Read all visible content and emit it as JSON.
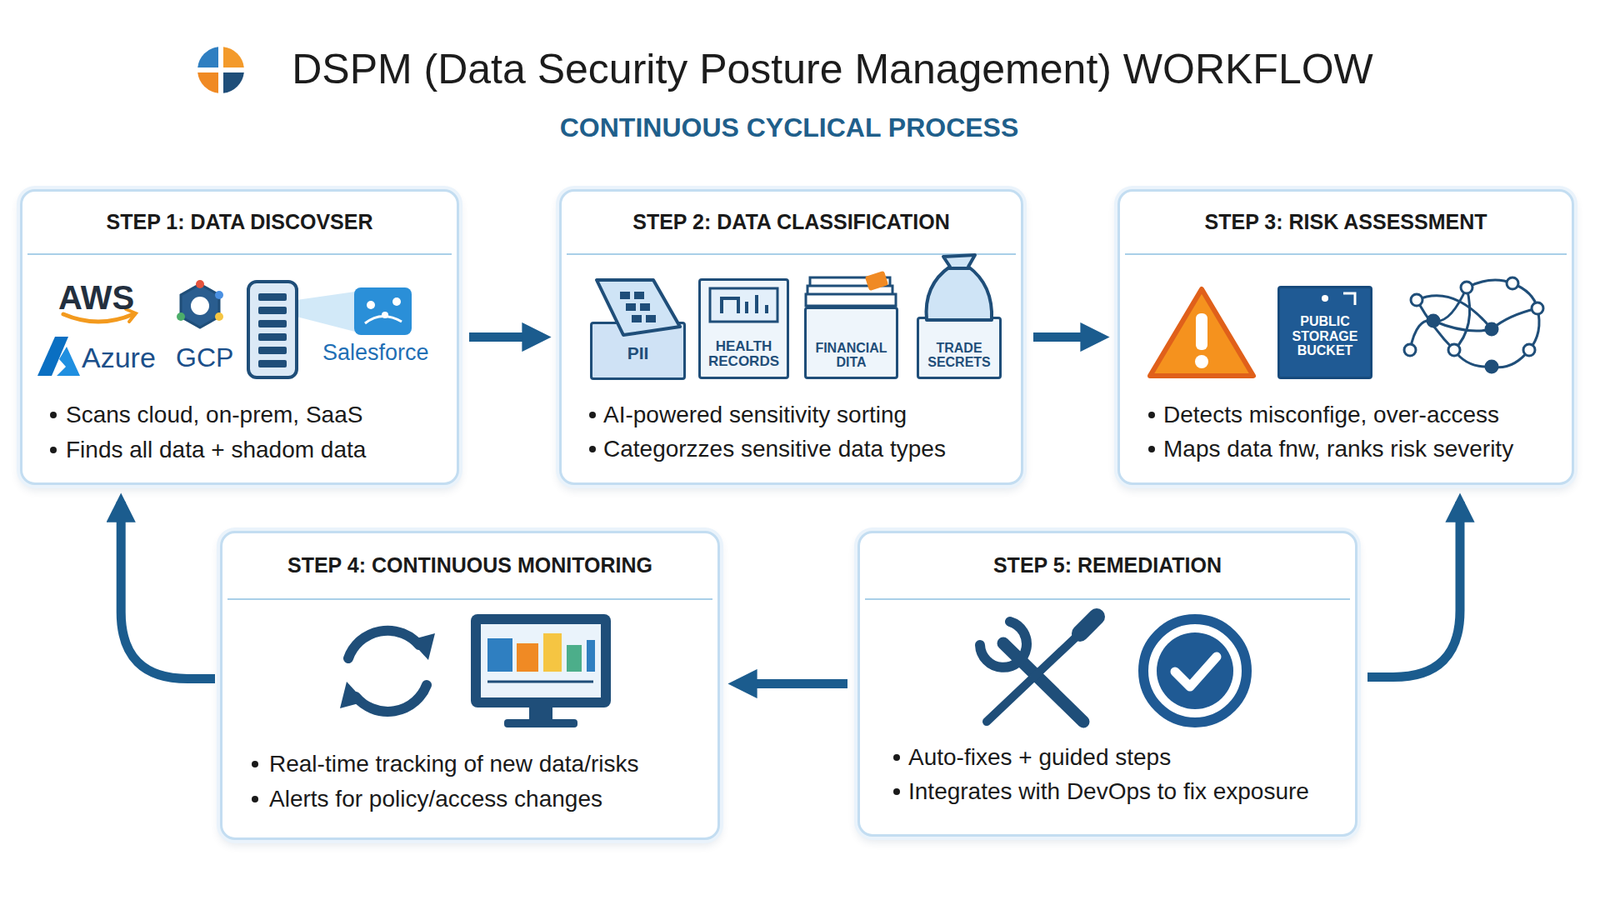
{
  "diagram": {
    "title": "DSPM (Data Security Posture Management) WORKFLOW",
    "nodes": [
      {
        "text": [
          "STEP 1: DATA DISCOVSER",
          "Scans cloud, on-prem, SaaS",
          "Finds all data + shadom data"
        ]
      },
      {
        "text": [
          "STEP 2: DATA CLASSIFICATION",
          "AI-powered sensitivity sorting",
          "Categorzzes sensitive data types"
        ]
      },
      {
        "text": [
          "PII"
        ],
        "in": 1
      },
      {
        "text": [
          "HEALTH RECORDS"
        ],
        "in": 1
      },
      {
        "text": [
          "FINANCIAL DITA"
        ],
        "in": 1
      },
      {
        "text": [
          "TRADE SECRETS"
        ],
        "in": 1
      },
      {
        "text": [
          "STEP 3: RISK ASSESSMENT",
          "Detects misconfige, over-access",
          "Maps data fnw, ranks risk severity"
        ]
      },
      {
        "text": [
          "PUBLIC STORAGE BUCKET"
        ],
        "in": 6
      },
      {
        "text": [
          "STEP 4: CONTINUOUS MONITORING",
          "Real-time tracking of new data/risks",
          "Alerts for policy/access changes"
        ]
      },
      {
        "text": [
          "STEP 5: REMEDIATION",
          "Auto-fixes + guided steps",
          "Integrates with DevOps to fix exposure"
        ]
      }
    ],
    "edges": [
      {
        "from": 0,
        "to": 1,
        "arrow": "to"
      },
      {
        "from": 1,
        "to": 6,
        "arrow": "to"
      },
      {
        "from": 9,
        "to": 6,
        "arrow": "to"
      },
      {
        "from": 9,
        "to": 8,
        "arrow": "to"
      },
      {
        "from": 8,
        "to": 0,
        "arrow": "to"
      }
    ],
    "labels": [
      "CONTINUOUS CYCLICAL PROCESS",
      "AWS",
      "Azure",
      "GCP",
      "Salesforce"
    ]
  }
}
